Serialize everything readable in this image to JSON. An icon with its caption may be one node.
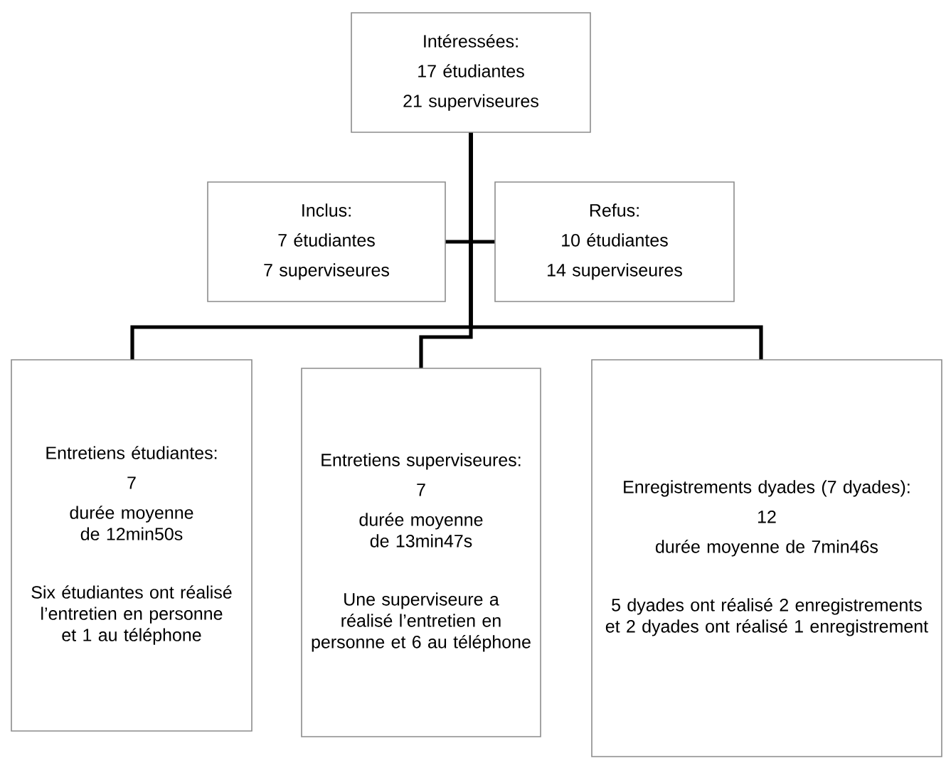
{
  "diagram": {
    "nodes": [
      {
        "text": [
          "Intéressées:",
          "17 étudiantes",
          "21 superviseures"
        ]
      },
      {
        "text": [
          "Inclus:",
          "7 étudiantes",
          "7 superviseures"
        ]
      },
      {
        "text": [
          "Refus:",
          "10 étudiantes",
          "14 superviseures"
        ]
      },
      {
        "text": [
          "Entretiens étudiantes:",
          "7",
          "durée moyenne de 12min50s",
          "Six étudiantes ont réalisé l’entretien en personne et 1 au téléphone"
        ]
      },
      {
        "text": [
          "Entretiens superviseures:",
          "7",
          "durée moyenne de 13min47s",
          "Une superviseure a réalisé l’entretien en personne et 6 au téléphone"
        ]
      },
      {
        "text": [
          "Enregistrements dyades (7 dyades):",
          "12",
          "durée moyenne de 7min46s",
          "5 dyades ont réalisé 2 enregistrements et 2 dyades ont réalisé 1 enregistrement"
        ]
      }
    ],
    "edges": [
      {
        "from": 0,
        "to": 1,
        "arrow": "none"
      },
      {
        "from": 0,
        "to": 2,
        "arrow": "none"
      },
      {
        "from": 0,
        "to": 3,
        "arrow": "none"
      },
      {
        "from": 0,
        "to": 4,
        "arrow": "none"
      },
      {
        "from": 0,
        "to": 5,
        "arrow": "none"
      }
    ]
  }
}
